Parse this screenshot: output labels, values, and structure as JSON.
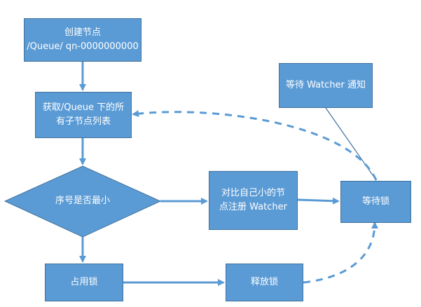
{
  "diagram": {
    "colors": {
      "node_fill": "#5b9bd5",
      "node_border": "#41719c",
      "arrow": "#5b9bd5",
      "watcher_line": "#41719c",
      "text": "#ffffff"
    },
    "nodes": {
      "create": {
        "line1": "创建节点",
        "line2": "/Queue/  qn-0000000000"
      },
      "get_children": {
        "line1": "获取/Queue 下的所",
        "line2": "有子节点列表"
      },
      "check_min": {
        "label": "序号是否最小"
      },
      "watch_prev": {
        "line1": "对比自己小的节",
        "line2": "点注册 Watcher"
      },
      "wait_lock": {
        "label": "等待锁"
      },
      "notify": {
        "label": "等待 Watcher 通知"
      },
      "acquire": {
        "label": "占用锁"
      },
      "release": {
        "label": "释放锁"
      }
    }
  }
}
